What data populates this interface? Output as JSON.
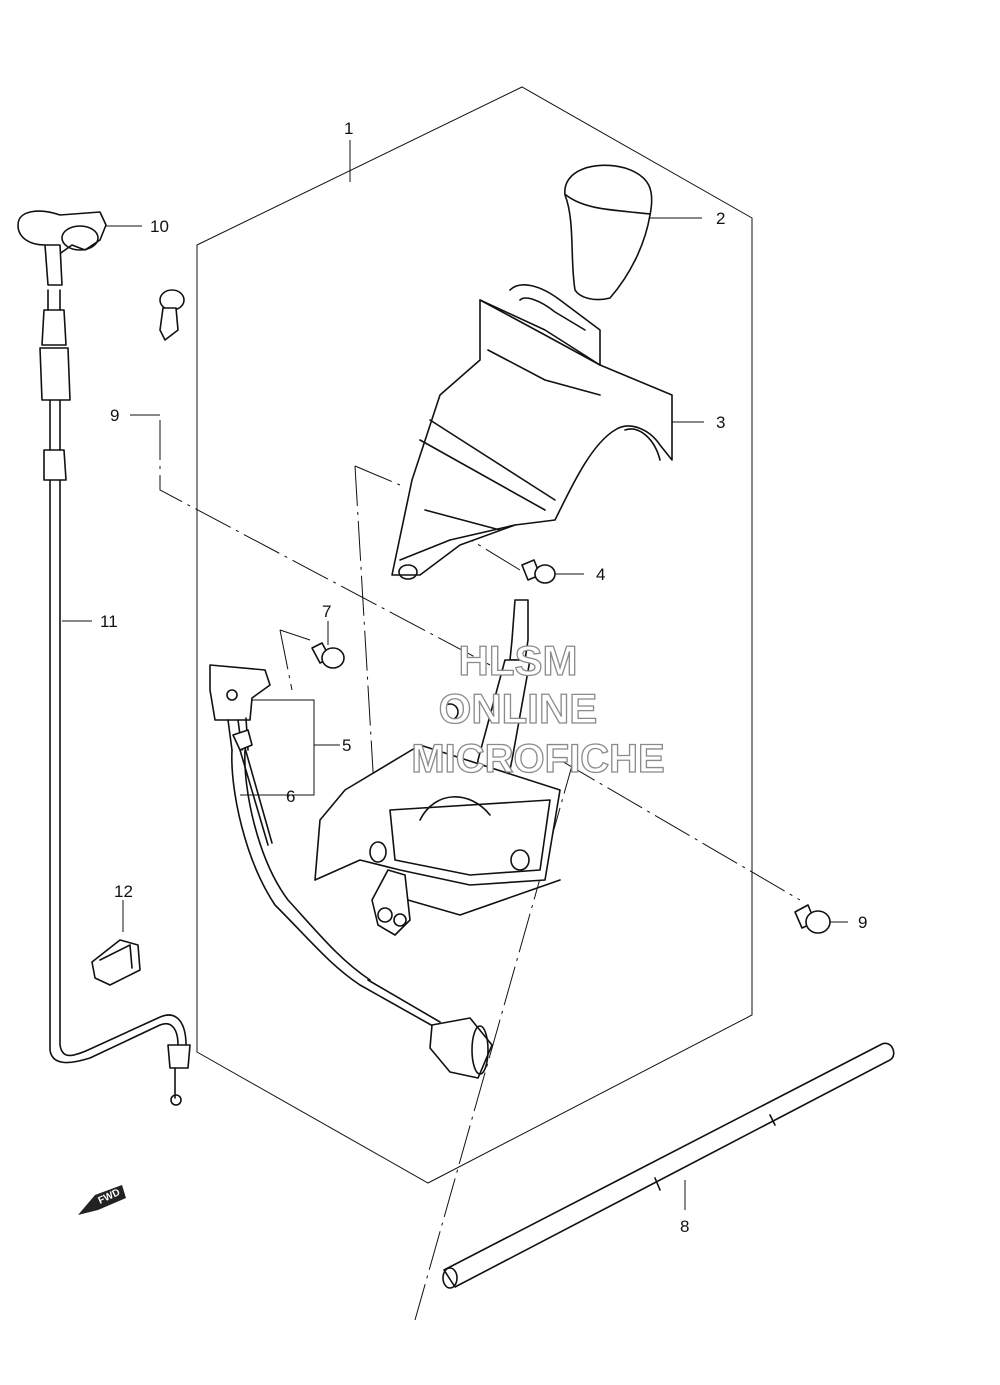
{
  "diagram": {
    "callouts": {
      "c1": "1",
      "c2": "2",
      "c3": "3",
      "c4": "4",
      "c5": "5",
      "c6": "6",
      "c7": "7",
      "c8": "8",
      "c9a": "9",
      "c9b": "9",
      "c10": "10",
      "c11": "11",
      "c12": "12"
    },
    "watermark": {
      "line1": "HLSM",
      "line2": "ONLINE",
      "line3": "MICROFICHE"
    },
    "direction_marker": "FWD"
  }
}
